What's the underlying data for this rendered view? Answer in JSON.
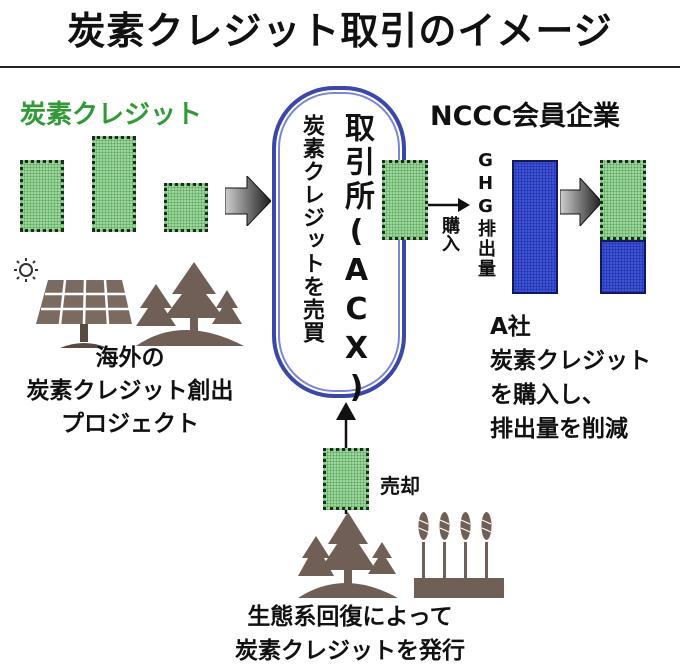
{
  "title": "炭素クレジット取引のイメージ",
  "left": {
    "heading": "炭素クレジット",
    "caption_lines": [
      "海外の",
      "炭素クレジット創出",
      "プロジェクト"
    ]
  },
  "exchange": {
    "name": "取引所(ACX)",
    "subtitle": "炭素クレジットを売買"
  },
  "right": {
    "heading": "NCCC会員企業",
    "buy_label": "購入",
    "ghg_label": "GHG排出量",
    "caption_lines": [
      "A社",
      "炭素クレジット",
      "を購入し、",
      "排出量を削減"
    ]
  },
  "bottom": {
    "sell_label": "売却",
    "caption_lines": [
      "生態系回復によって",
      "炭素クレジットを発行"
    ]
  },
  "colors": {
    "credit_green": "#9fd69f",
    "label_green": "#2f9a36",
    "emission_blue": "#3c53d8",
    "exchange_border": "#3c48a8"
  },
  "icons": [
    "solar-panel-icon",
    "sun-icon",
    "forest-icon",
    "wheat-field-icon",
    "right-arrow-icon",
    "up-arrow-icon"
  ]
}
